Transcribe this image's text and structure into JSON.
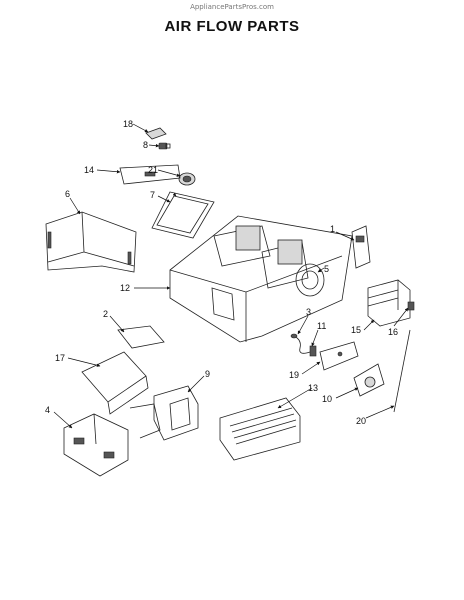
{
  "header": {
    "watermark": "AppliancePartsPros.com",
    "title": "AIR FLOW PARTS"
  },
  "callouts": [
    "18",
    "8",
    "21",
    "14",
    "7",
    "6",
    "1",
    "5",
    "12",
    "3",
    "11",
    "15",
    "16",
    "2",
    "17",
    "9",
    "19",
    "13",
    "10",
    "4",
    "20"
  ]
}
